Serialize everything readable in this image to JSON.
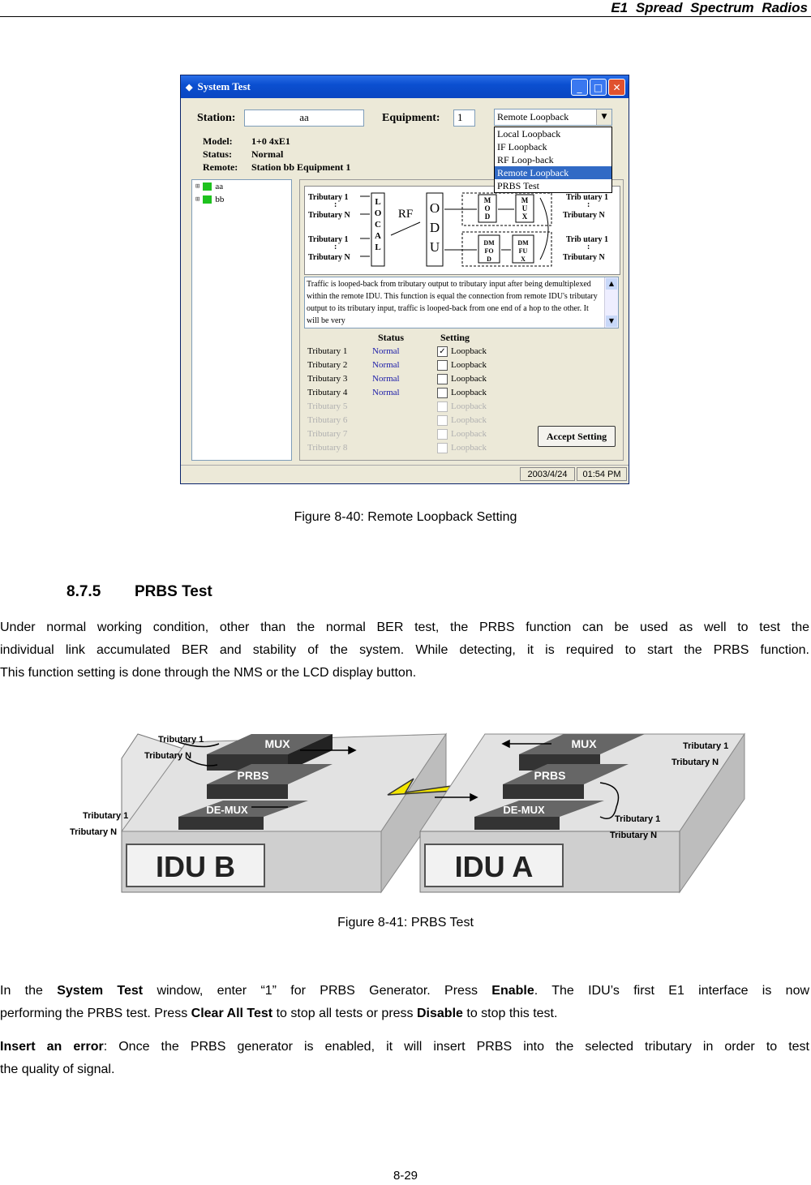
{
  "running_head": "E1 Spread Spectrum Radios",
  "figure1": {
    "window_title": "System Test",
    "station_label": "Station:",
    "station_value": "aa",
    "equipment_label": "Equipment:",
    "equipment_value": "1",
    "dropdown_selected": "Remote Loopback",
    "dropdown_options": [
      "Local Loopback",
      "IF Loopback",
      "RF Loop-back",
      "Remote Loopback",
      "PRBS Test"
    ],
    "model_label": "Model:",
    "model_value": "1+0 4xE1",
    "status_label": "Status:",
    "status_value": "Normal",
    "remote_label": "Remote:",
    "remote_value": "Station bb Equipment 1",
    "tree_nodes": [
      "aa",
      "bb"
    ],
    "diagram": {
      "left_top_in": "Tributary 1",
      "left_top_out": "Tributary N",
      "left_bot_in": "Tributary 1",
      "left_bot_out": "Tributary N",
      "right_top_in": "Trib utary 1",
      "right_top_out": "Tributary N",
      "right_bot_in": "Trib utary 1",
      "right_bot_out": "Tributary N",
      "dots": ":",
      "local": "LOCAL",
      "rf": "RF",
      "odu": "ODU",
      "mod": "MOD",
      "mux": "MUX",
      "dmfod": "DMFOD",
      "dmfux": "DMFUX"
    },
    "description": "Traffic is looped-back from tributary output to tributary input after being demultiplexed within the remote IDU. This function is equal the connection from remote IDU's tributary output to its tributary input, traffic is looped-back from one end of a hop to the other.  It will be very",
    "status_header": "Status",
    "setting_header": "Setting",
    "tributaries": [
      {
        "name": "Tributary 1",
        "status": "Normal",
        "setting": "Loopback",
        "checked": true,
        "enabled": true
      },
      {
        "name": "Tributary 2",
        "status": "Normal",
        "setting": "Loopback",
        "checked": false,
        "enabled": true
      },
      {
        "name": "Tributary 3",
        "status": "Normal",
        "setting": "Loopback",
        "checked": false,
        "enabled": true
      },
      {
        "name": "Tributary 4",
        "status": "Normal",
        "setting": "Loopback",
        "checked": false,
        "enabled": true
      },
      {
        "name": "Tributary 5",
        "status": "",
        "setting": "Loopback",
        "checked": false,
        "enabled": false
      },
      {
        "name": "Tributary 6",
        "status": "",
        "setting": "Loopback",
        "checked": false,
        "enabled": false
      },
      {
        "name": "Tributary 7",
        "status": "",
        "setting": "Loopback",
        "checked": false,
        "enabled": false
      },
      {
        "name": "Tributary 8",
        "status": "",
        "setting": "Loopback",
        "checked": false,
        "enabled": false
      }
    ],
    "accept_button": "Accept Setting",
    "date": "2003/4/24",
    "time": "01:54 PM",
    "caption": "Figure 8-40: Remote Loopback Setting"
  },
  "section": {
    "number": "8.7.5",
    "title": "PRBS Test"
  },
  "para1_lines": [
    "Under normal working condition, other than the normal BER test, the PRBS function can be used as well to test the",
    "individual link accumulated BER and stability of the system. While detecting, it is required to start the PRBS function.",
    "This function setting is done through the NMS or the LCD display button."
  ],
  "figure2": {
    "idu_b": "IDU B",
    "idu_a": "IDU A",
    "mux": "MUX",
    "prbs": "PRBS",
    "demux": "DE-MUX",
    "trib1": "Tributary 1",
    "tribN": "Tributary N",
    "trib1_a_top": "Tributary 1",
    "tribN_a_top": "Tributary N",
    "trib1_a_bot": "Tributary 1",
    "tribN_a_bot": "Tributary N",
    "caption": "Figure 8-41: PRBS Test"
  },
  "para2": {
    "l1_a": "In  the ",
    "l1_b": "System  Test",
    "l1_c": " window,  enter  “1”  for  PRBS  Generator.  Press ",
    "l1_d": "Enable",
    "l1_e": ".  The  IDU’s  first  E1  interface  is  now",
    "l2_a": "performing the PRBS test. Press ",
    "l2_b": "Clear All Test",
    "l2_c": " to stop all tests or press ",
    "l2_d": "Disable",
    "l2_e": " to stop this test."
  },
  "para3": {
    "l1_a": "Insert an error",
    "l1_b": ": Once the PRBS generator is enabled, it will insert PRBS into the selected tributary in order to test",
    "l2": "the quality of signal."
  },
  "page_number": "8-29"
}
